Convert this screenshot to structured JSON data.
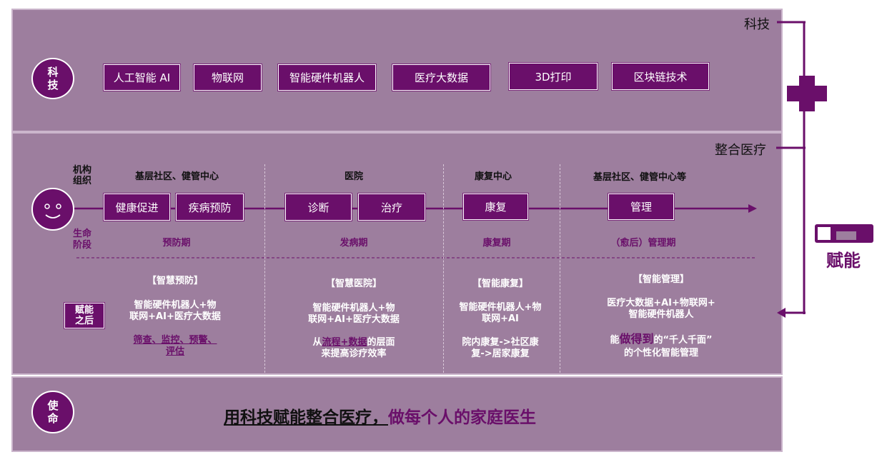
{
  "tech": {
    "circle": "科技",
    "items": [
      "人工智能 AI",
      "物联网",
      "智能硬件机器人",
      "医疗大数据",
      "3D打印",
      "区块链技术"
    ]
  },
  "right": {
    "tech_label": "科技",
    "medical_label": "整合医疗",
    "empower_label": "赋能"
  },
  "medical": {
    "org_label": "机构组织",
    "life_label": "生命阶段",
    "columns": [
      {
        "org": "基层社区、健管中心",
        "boxes": [
          "健康促进",
          "疾病预防"
        ],
        "phase": "预防期",
        "title": "【智慧预防】",
        "line1": "智能硬件机器人+物",
        "line2": "联网+AI+医疗大数据",
        "line3": "筛查、监控、预警、",
        "line4": "评估"
      },
      {
        "org": "医院",
        "boxes": [
          "诊断",
          "治疗"
        ],
        "phase": "发病期",
        "title": "【智慧医院】",
        "line1": "智能硬件机器人+物",
        "line2": "联网+AI+医疗大数据",
        "line3_pre": "从",
        "line3_hl": "流程+数据",
        "line3_post": "的层面",
        "line4": "来提高诊疗效率"
      },
      {
        "org": "康复中心",
        "boxes": [
          "康复"
        ],
        "phase": "康复期",
        "title": "【智能康复】",
        "line1": "智能硬件机器人+物",
        "line2": "联网+AI",
        "line3": "院内康复->社区康",
        "line4": "复->居家康复"
      },
      {
        "org": "基层社区、健管中心等",
        "boxes": [
          "管理"
        ],
        "phase": "（愈后）管理期",
        "title": "【智能管理】",
        "line1": "医疗大数据+AI+物联网+",
        "line2": "智能硬件机器人",
        "line3_pre": "能",
        "line3_hl": "做得到",
        "line3_post": "的“千人千面”",
        "line4": "的个性化智能管理"
      }
    ],
    "after_label": "赋能之后"
  },
  "mission": {
    "circle": "使命",
    "text_main": "用科技赋能整合医疗，",
    "text_accent": "做每个人的家庭医生"
  },
  "colors": {
    "purple": "#6a0f6a",
    "panel": "#9d7e9e"
  }
}
